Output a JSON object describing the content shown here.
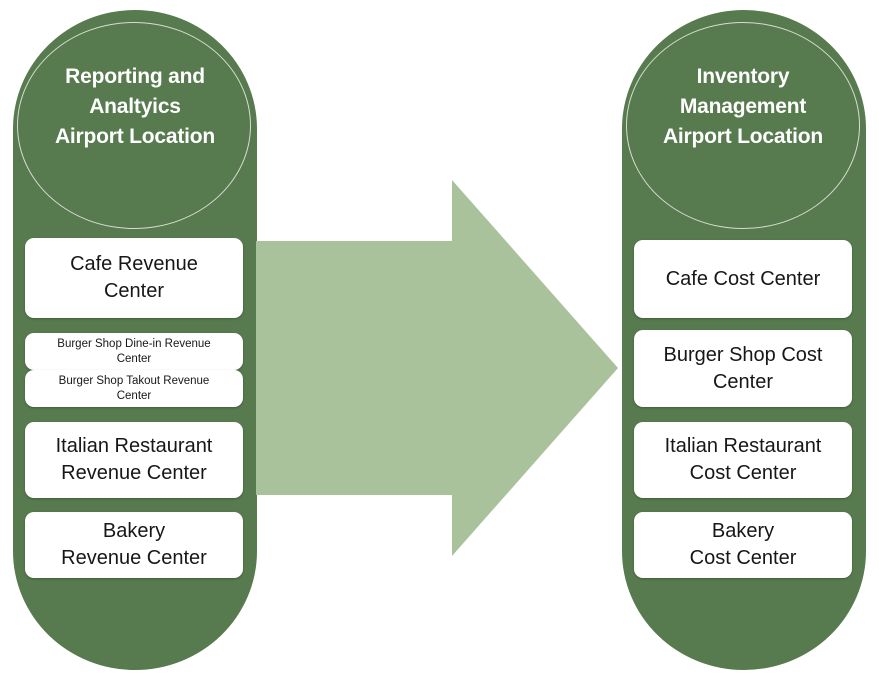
{
  "diagram": {
    "title_left": "Reporting and\nAnaltyics\nAirport Location",
    "title_right": "Inventory\nManagement\nAirport Location",
    "arrow_direction": "left-to-right",
    "colors": {
      "pillar_green": "#577A4E",
      "arrow_green": "#A9C29C",
      "node_white": "#FFFFFF",
      "node_text": "#171717",
      "title_text": "#FFFFFF",
      "background": "#FFFFFF"
    },
    "left_column": {
      "heading": "Reporting and\nAnaltyics\nAirport Location",
      "nodes": [
        {
          "label": "Cafe Revenue\nCenter",
          "size": "normal"
        },
        {
          "label": "Burger Shop  Dine-in  Revenue\nCenter",
          "size": "small"
        },
        {
          "label": "Burger Shop  Takout Revenue\nCenter",
          "size": "small"
        },
        {
          "label": "Italian Restaurant\nRevenue Center",
          "size": "normal"
        },
        {
          "label": "Bakery\nRevenue Center",
          "size": "normal"
        }
      ]
    },
    "right_column": {
      "heading": "Inventory\nManagement\nAirport Location",
      "nodes": [
        {
          "label": "Cafe Cost Center",
          "size": "normal"
        },
        {
          "label": "Burger Shop Cost\nCenter",
          "size": "normal"
        },
        {
          "label": "Italian Restaurant\nCost Center",
          "size": "normal"
        },
        {
          "label": "Bakery\nCost Center",
          "size": "normal"
        }
      ]
    }
  }
}
